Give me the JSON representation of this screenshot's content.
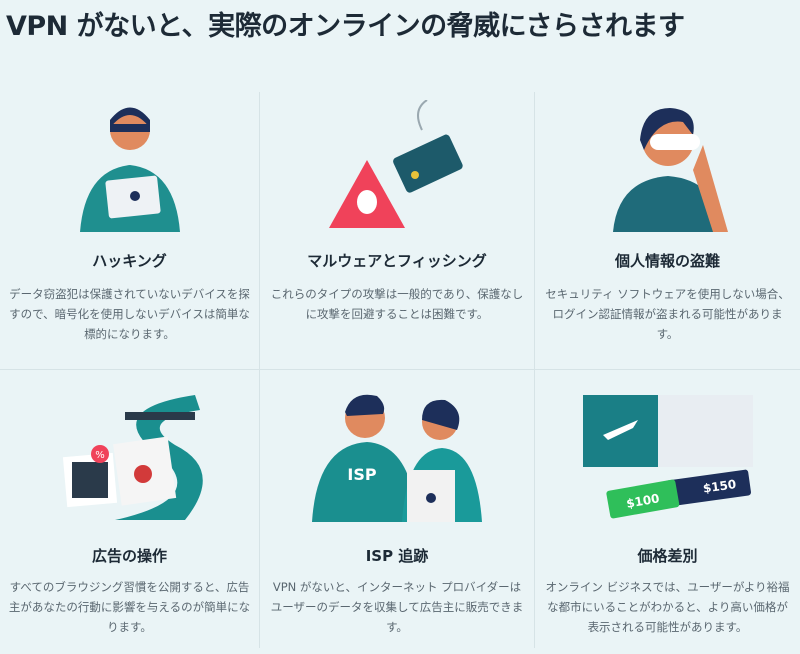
{
  "title": "VPN がないと、実際のオンラインの脅威にさらされます",
  "items": [
    {
      "title": "ハッキング",
      "desc": "データ窃盗犯は保護されていないデバイスを探すので、暗号化を使用しないデバイスは簡単な標的になります。"
    },
    {
      "title": "マルウェアとフィッシング",
      "desc": "これらのタイプの攻撃は一般的であり、保護なしに攻撃を回避することは困難です。"
    },
    {
      "title": "個人情報の盗難",
      "desc": "セキュリティ ソフトウェアを使用しない場合、ログイン認証情報が盗まれる可能性があります。"
    },
    {
      "title": "広告の操作",
      "desc": "すべてのブラウジング習慣を公開すると、広告主があなたの行動に影響を与えるのが簡単になります。"
    },
    {
      "title": "ISP 追跡",
      "desc": "VPN がないと、インターネット プロバイダーはユーザーのデータを収集して広告主に販売できます。"
    },
    {
      "title": "価格差別",
      "desc": "オンライン ビジネスでは、ユーザーがより裕福な都市にいることがわかると、より高い価格が表示される可能性があります。"
    }
  ],
  "labels": {
    "isp": "ISP",
    "percent": "%",
    "price1": "$100",
    "price2": "$150"
  }
}
